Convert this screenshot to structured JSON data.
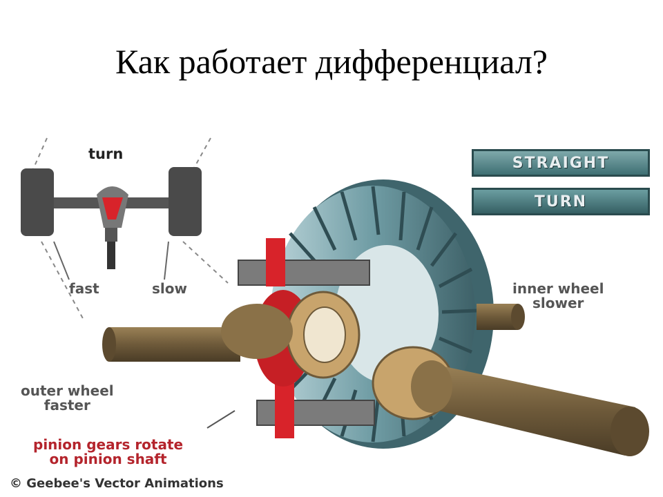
{
  "title": "Как работает дифференциал?",
  "buttons": {
    "straight": "STRAIGHT",
    "turn": "TURN"
  },
  "labels": {
    "turn": "turn",
    "fast": "fast",
    "slow": "slow",
    "inner_wheel": "inner wheel\nslower",
    "outer_wheel": "outer wheel\nfaster",
    "pinion": "pinion gears rotate\non pinion shaft"
  },
  "credit": "© Geebee's Vector Animations",
  "colors": {
    "ring_gear": "#6f9ca4",
    "axle": "#6e5a3a",
    "pinion": "#d8232a",
    "button": "#3f7478"
  }
}
